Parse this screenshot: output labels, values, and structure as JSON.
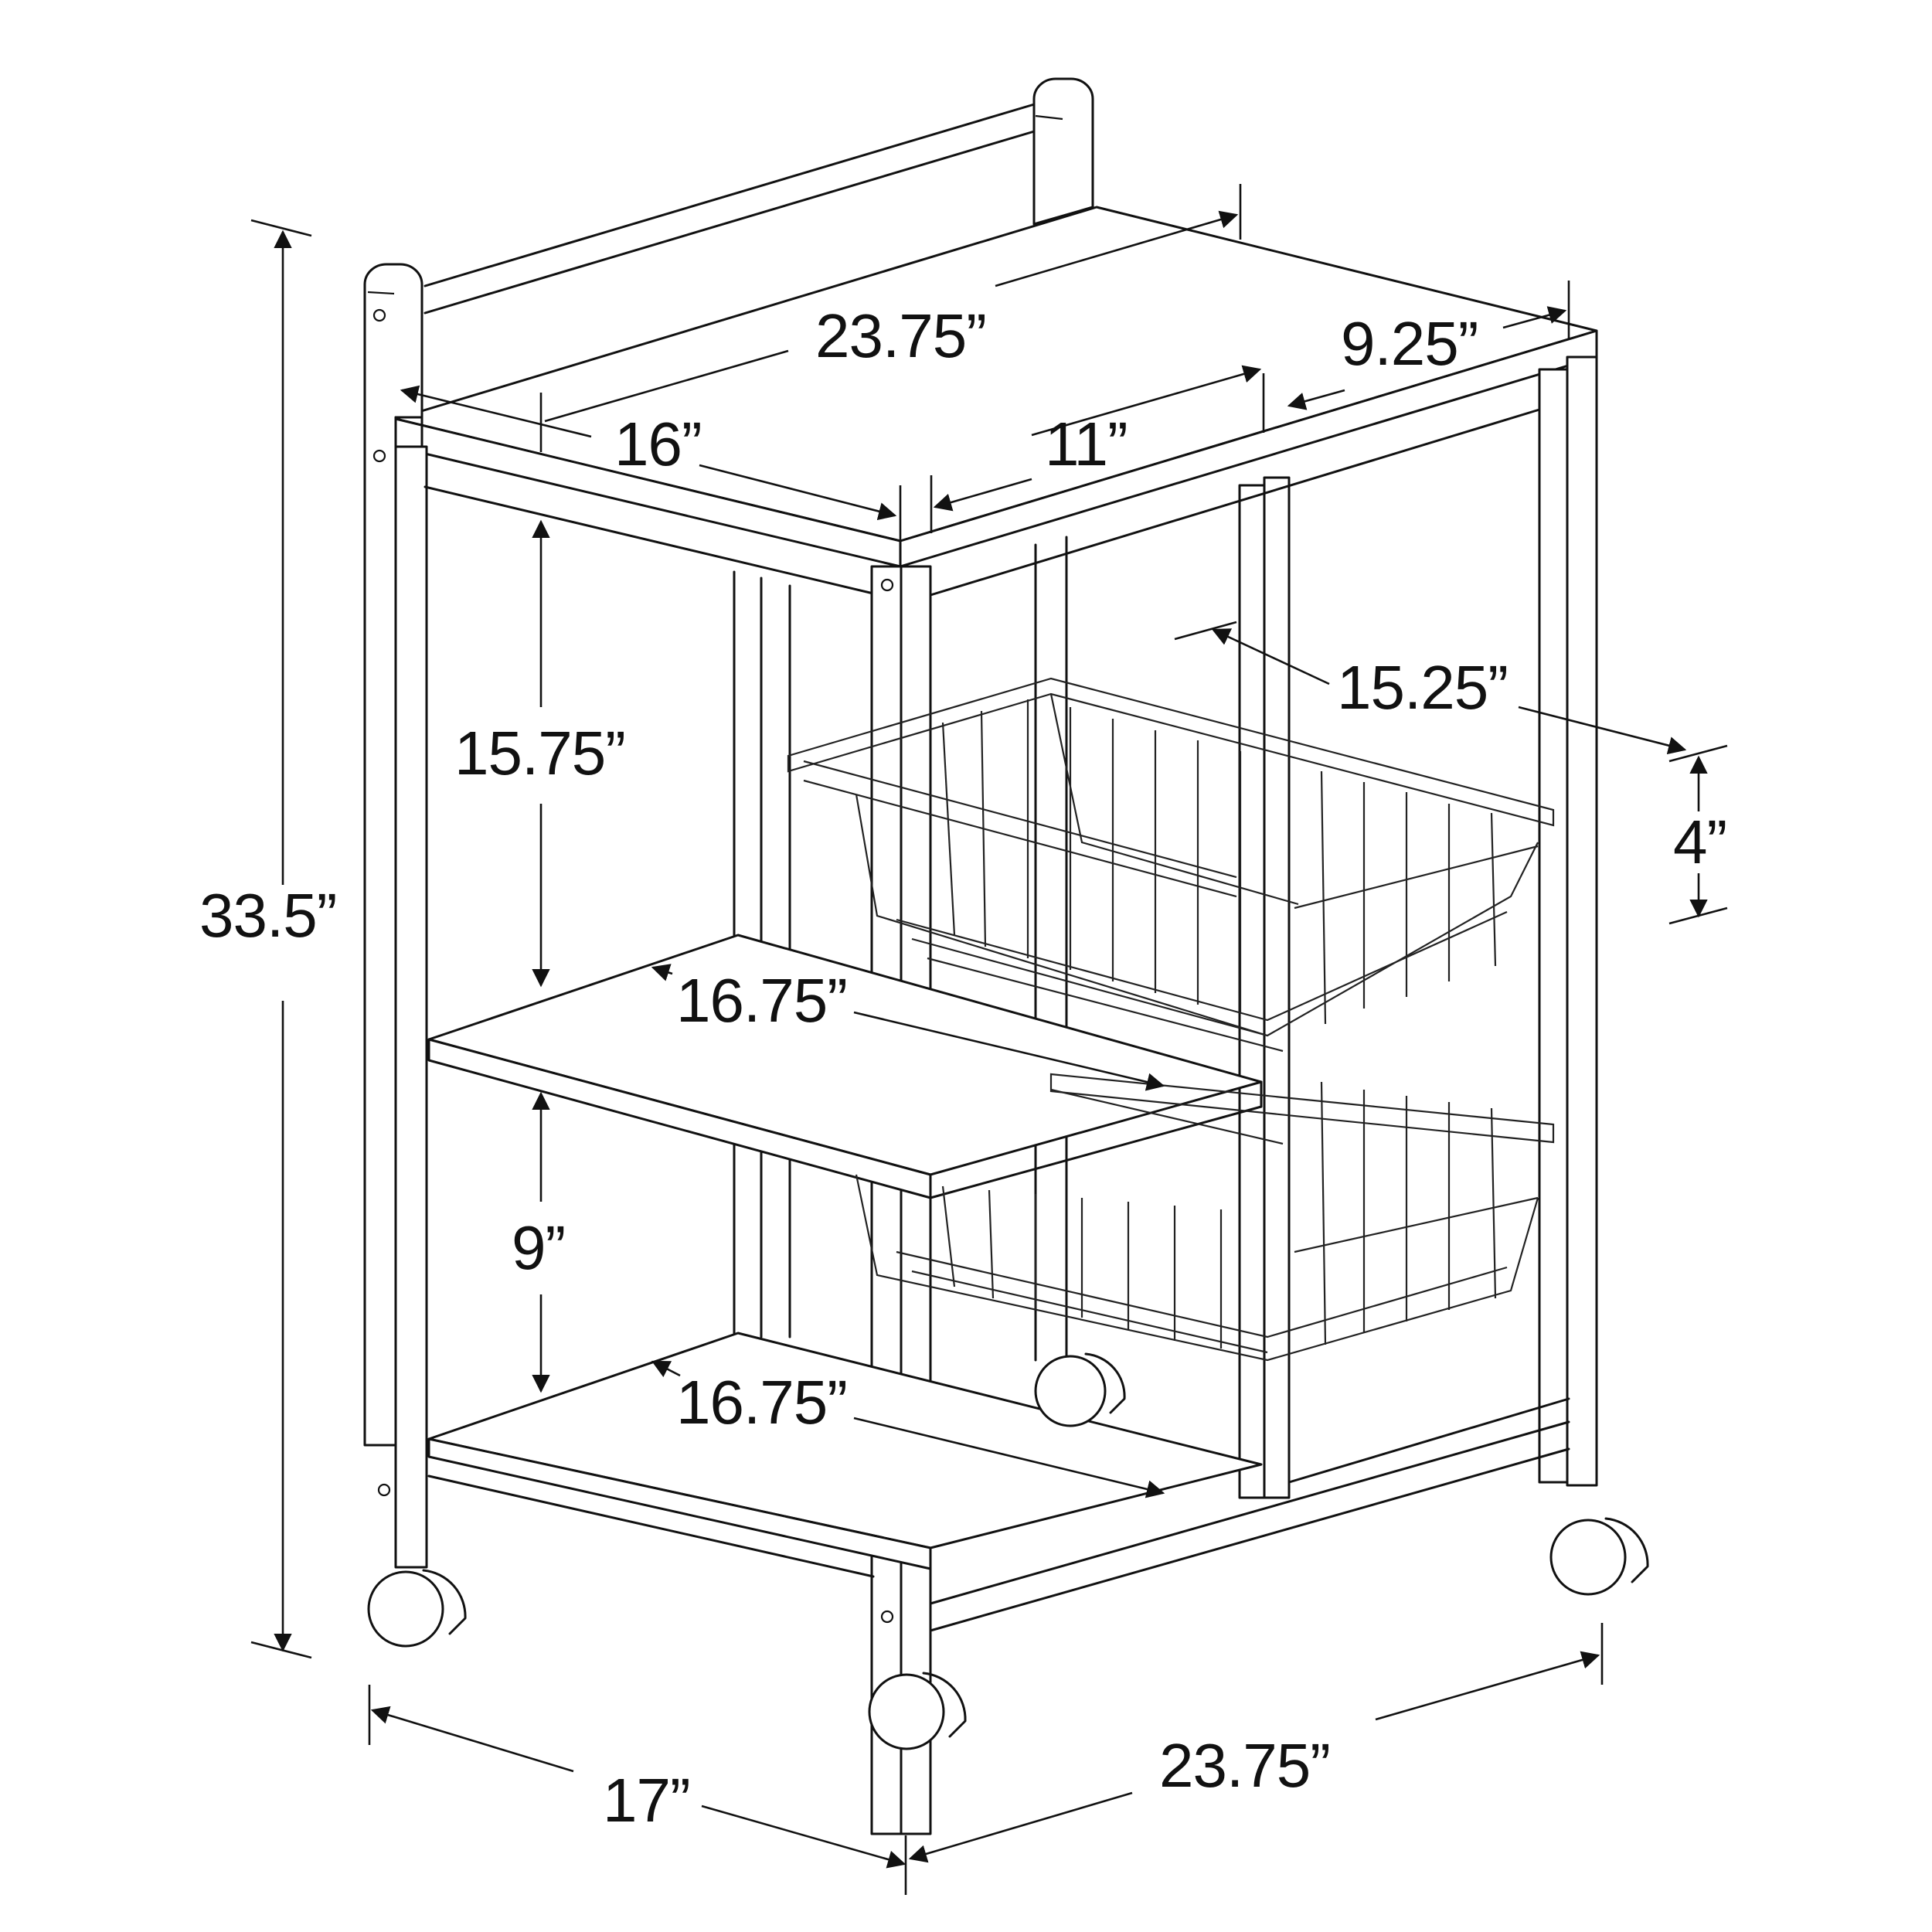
{
  "diagram": {
    "subject": "Kitchen cart with two wire basket drawers, two shelves and four casters",
    "colors": {
      "line": "#111111",
      "background": "#ffffff"
    },
    "dimensions": {
      "overall_height": "33.5”",
      "top_length": "23.75”",
      "top_depth": "9.25”",
      "shelf_section_width": "16”",
      "basket_section_width": "11”",
      "upper_shelf_clearance": "15.75”",
      "basket_depth": "15.25”",
      "basket_height": "4”",
      "middle_shelf_depth": "16.75”",
      "lower_shelf_clearance": "9”",
      "lower_shelf_depth": "16.75”",
      "base_width": "17”",
      "base_length": "23.75”"
    }
  }
}
